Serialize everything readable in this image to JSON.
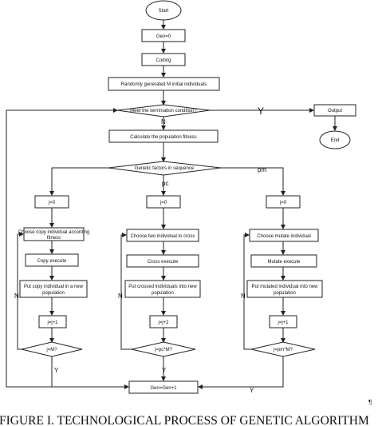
{
  "nodes": {
    "start": "Start",
    "gen0": "Gen=0",
    "coding": "Coding",
    "random": "Randomly generated M initial individuals",
    "termination": "Meet the termination condition?",
    "output": "Output",
    "end": "End",
    "fitness": "Calculate the population fitness",
    "genetic": "Genetic factors in sequence",
    "j0_a": "j=0",
    "j0_b": "j=0",
    "j0_c": "j=0",
    "choose_copy_1": "Choose copy individual according",
    "choose_copy_2": "fitness",
    "choose_cross": "Choose two individual to cross",
    "choose_mutate": "Choose mutate individual",
    "copy_execute": "Copy execute",
    "cross_execute": "Cross execute",
    "mutate_execute": "Mutate execute",
    "put_copy_1": "Put copy individual in a new",
    "put_copy_2": "population",
    "put_cross_1": "Put crossed individuals into new",
    "put_cross_2": "population",
    "put_mut_1": "Put mutated individual into new",
    "put_mut_2": "population",
    "inc_1": "j=j+1",
    "inc_2": "j=j+2",
    "inc_3": "j=j+1",
    "cond_copy": "j=M?",
    "cond_cross": "j=pc*M?",
    "cond_mutate": "j=pm*M?",
    "gen_inc": "Gen=Gen+1"
  },
  "edge_labels": {
    "yes_big": "Y",
    "no_main": "N",
    "pc": "pc",
    "pm": "pm",
    "n_left": "N",
    "n_mid": "N",
    "n_right": "N",
    "y_left": "Y",
    "y_mid": "Y",
    "y_right": "Y"
  },
  "caption": "FIGURE I.  TECHNOLOGICAL PROCESS OF GENETIC ALGORITHM",
  "mark": "¶"
}
